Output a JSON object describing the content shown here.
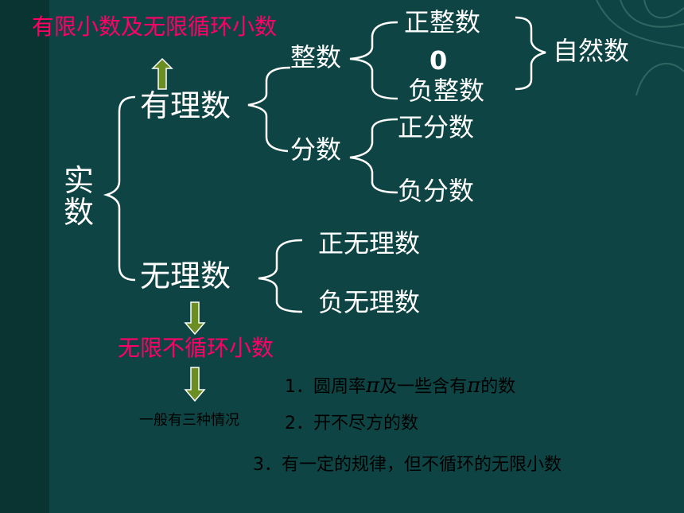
{
  "title": "有限小数及无限循环小数",
  "root": "实数",
  "rational": "有理数",
  "irrational": "无理数",
  "integers": "整数",
  "fractions": "分数",
  "pos_int": "正整数",
  "zero": "0",
  "neg_int": "负整数",
  "natural": "自然数",
  "pos_frac": "正分数",
  "neg_frac": "负分数",
  "pos_irr": "正无理数",
  "neg_irr": "负无理数",
  "nonrepeat": "无限不循环小数",
  "three_cases": "一般有三种情况",
  "case1_a": "1．圆周率",
  "pi": "π",
  "case1_b": "及一些含有",
  "case1_c": "的数",
  "case2": "2．开不尽方的数",
  "case3": "3．有一定的规律，但不循环的无限小数",
  "colors": {
    "background": "#0e4544",
    "accent_pink": "#ff0066",
    "arrow_green": "#6b8e23"
  }
}
